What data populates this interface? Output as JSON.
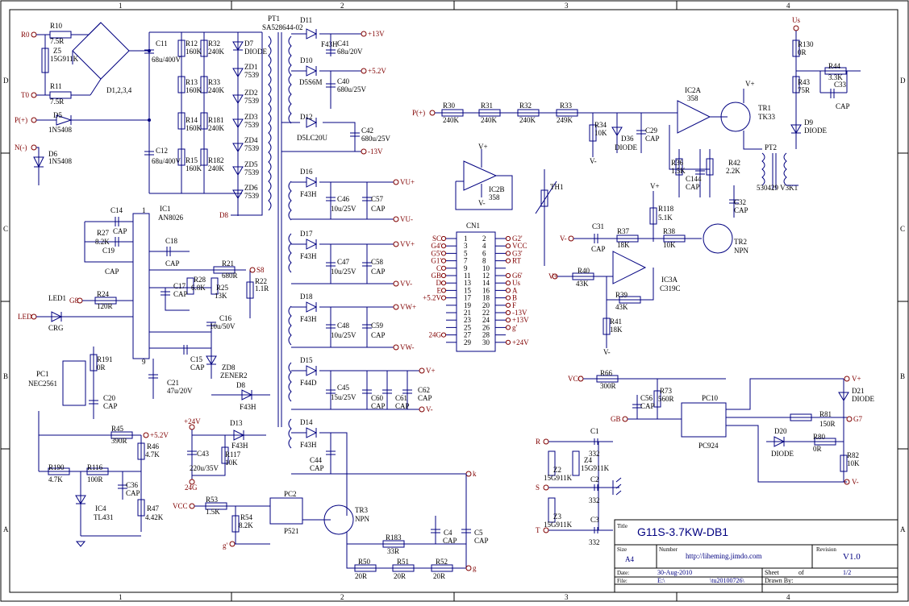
{
  "frame": {
    "col_labels": [
      "1",
      "2",
      "3",
      "4"
    ],
    "row_labels": [
      "D",
      "C",
      "B",
      "A"
    ]
  },
  "title_block": {
    "title_label": "Title",
    "title": "G11S-3.7KW-DB1",
    "size_label": "Size",
    "size": "A4",
    "number_label": "Number",
    "number": "http://liheming.jimdo.com",
    "revision_label": "Revision",
    "revision": "V1.0",
    "date_label": "Date:",
    "date": "30-Aug-2010",
    "sheet_label": "Sheet",
    "of_label": "of",
    "sheet": "1/2",
    "file_label": "File:",
    "file": "E:\\",
    "file_name": "\\tu20100726\\",
    "drawn_label": "Drawn By:"
  },
  "nets": {
    "r0": "R0",
    "t0": "T0",
    "p_plus": "P(+)",
    "n_minus": "N(-)",
    "led": "LED",
    "g8": "G8",
    "s8": "S8",
    "d8": "D8",
    "v13p": "+13V",
    "v5p2": "+5.2V",
    "v13m": "-13V",
    "vu_p": "VU+",
    "vu_m": "VU-",
    "vv_p": "VV+",
    "vv_m": "VV-",
    "vw_p": "VW+",
    "vw_m": "VW-",
    "v_p": "V+",
    "v_m": "V-",
    "p24": "+24V",
    "g24": "24G",
    "vcc": "VCC",
    "g_small": "g'",
    "k": "k",
    "g": "g",
    "us": "Us",
    "gb": "GB",
    "g7": "G7",
    "r": "R",
    "s": "S",
    "t": "T",
    "v5p2_b": "+5.2V"
  },
  "components": {
    "r10": [
      "R10",
      "7.5R"
    ],
    "r11": [
      "R11",
      "7.5R"
    ],
    "z5": [
      "Z5",
      "15G911K"
    ],
    "d1234": "D1,2,3,4",
    "d5": [
      "D5",
      "1N5408"
    ],
    "d6": [
      "D6",
      "1N5408"
    ],
    "c11": [
      "C11",
      "68u/400V"
    ],
    "c12": [
      "C12",
      "68u/400V"
    ],
    "r12": [
      "R12",
      "160K"
    ],
    "r13": [
      "R13",
      "160K"
    ],
    "r14": [
      "R14",
      "160K"
    ],
    "r15": [
      "R15",
      "160K"
    ],
    "r32": [
      "R32",
      "240K"
    ],
    "r33": [
      "R33",
      "240K"
    ],
    "r181": [
      "R181",
      "240K"
    ],
    "r182": [
      "R182",
      "240K"
    ],
    "d7": [
      "D7",
      "DIODE"
    ],
    "zd1": [
      "ZD1",
      "7539"
    ],
    "zd2": [
      "ZD2",
      "7539"
    ],
    "zd3": [
      "ZD3",
      "7539"
    ],
    "zd4": [
      "ZD4",
      "7539"
    ],
    "zd5": [
      "ZD5",
      "7539"
    ],
    "zd6": [
      "ZD6",
      "7539"
    ],
    "pt1": [
      "PT1",
      "SA528644-02"
    ],
    "d11": [
      "D11",
      "F43H"
    ],
    "c41": [
      "C41",
      "68u/20V"
    ],
    "d10": [
      "D10",
      "D5S6M"
    ],
    "c40": [
      "C40",
      "680u/25V"
    ],
    "d12": [
      "D12",
      "D5LC20U"
    ],
    "c42": [
      "C42",
      "680u/25V"
    ],
    "d16": [
      "D16",
      "F43H"
    ],
    "c46": [
      "C46",
      "10u/25V"
    ],
    "c57": [
      "C57",
      "CAP"
    ],
    "d17": [
      "D17",
      "F43H"
    ],
    "c47": [
      "C47",
      "10u/25V"
    ],
    "c58": [
      "C58",
      "CAP"
    ],
    "d18": [
      "D18",
      "F43H"
    ],
    "c48": [
      "C48",
      "10u/25V"
    ],
    "c59": [
      "C59",
      "CAP"
    ],
    "d15": [
      "D15",
      "F44D"
    ],
    "c45": [
      "C45",
      "15u/25V"
    ],
    "c60": [
      "C60",
      "CAP"
    ],
    "c61": [
      "C61",
      "CAP"
    ],
    "c62": [
      "C62",
      "CAP"
    ],
    "d14": [
      "D14",
      "F43H"
    ],
    "c44": [
      "C44",
      "CAP"
    ],
    "ic1": [
      "IC1",
      "AN8026"
    ],
    "ic1_pin1": "1",
    "ic1_pin9": "9",
    "c14": [
      "C14",
      "CAP"
    ],
    "r27": [
      "R27",
      "8.2K"
    ],
    "c19": [
      "C19",
      "CAP"
    ],
    "c18": [
      "C18",
      "CAP"
    ],
    "r21": [
      "R21",
      "680R"
    ],
    "r22": [
      "R22",
      "1.1R"
    ],
    "c17": [
      "C17",
      "CAP"
    ],
    "r28": [
      "R28",
      "6.8K"
    ],
    "r25": [
      "R25",
      "13K"
    ],
    "c16": [
      "C16",
      "10u/50V"
    ],
    "c15": [
      "C15",
      "CAP"
    ],
    "zd8": [
      "ZD8",
      "ZENER2"
    ],
    "c21": [
      "C21",
      "47u/20V"
    ],
    "d8c": [
      "D8",
      "F43H"
    ],
    "led1": [
      "LED1",
      "CRG"
    ],
    "r24": [
      "R24",
      "120R"
    ],
    "pc1": [
      "PC1",
      "NEC2561"
    ],
    "r191": [
      "R191",
      "0R"
    ],
    "c20": [
      "C20",
      "CAP"
    ],
    "r45": [
      "R45",
      "390R"
    ],
    "r46": [
      "R46",
      "4.7K"
    ],
    "r190": [
      "R190",
      "4.7K"
    ],
    "r116": [
      "R116",
      "100R"
    ],
    "c36": [
      "C36",
      "CAP"
    ],
    "ic4": [
      "IC4",
      "TL431"
    ],
    "r47": [
      "R47",
      "4.42K"
    ],
    "d13": [
      "D13",
      "F43H"
    ],
    "c43": [
      "C43",
      "220u/35V"
    ],
    "r117": [
      "R117",
      "10K"
    ],
    "r53": [
      "R53",
      "1.5K"
    ],
    "r54": [
      "R54",
      "8.2K"
    ],
    "pc2": [
      "PC2",
      "P521"
    ],
    "tr3": [
      "TR3",
      "NPN"
    ],
    "r183": [
      "R183",
      "33R"
    ],
    "c4": [
      "C4",
      "CAP"
    ],
    "c5": [
      "C5",
      "CAP"
    ],
    "r50": [
      "R50",
      "20R"
    ],
    "r51": [
      "R51",
      "20R"
    ],
    "r52": [
      "R52",
      "20R"
    ],
    "r30": [
      "R30",
      "240K"
    ],
    "r31": [
      "R31",
      "240K"
    ],
    "r32b": [
      "R32",
      "240K"
    ],
    "r33b": [
      "R33",
      "249K"
    ],
    "r34": [
      "R34",
      "10K"
    ],
    "d36": [
      "D36",
      "DIODE"
    ],
    "c29": [
      "C29",
      "CAP"
    ],
    "ic2a": [
      "IC2A",
      "358"
    ],
    "ic2b": [
      "IC2B",
      "358"
    ],
    "tr1": [
      "TR1",
      "TK33"
    ],
    "r36": [
      "R36",
      "1.5K"
    ],
    "c144": [
      "C144",
      "CAP"
    ],
    "r42": [
      "R42",
      "2.2K"
    ],
    "c32": [
      "C32",
      "CAP"
    ],
    "pt2": [
      "PT2",
      "530429 V3K1"
    ],
    "r130": [
      "R130",
      "0R"
    ],
    "r43": [
      "R43",
      "75R"
    ],
    "r44": [
      "R44",
      "3.3K"
    ],
    "c33": [
      "C33",
      "CAP"
    ],
    "d9": [
      "D9",
      "DIODE"
    ],
    "th1": [
      "TH1",
      ""
    ],
    "ic3a": [
      "IC3A",
      "C319C"
    ],
    "r118": [
      "R118",
      "5.1K"
    ],
    "c31": [
      "C31",
      "CAP"
    ],
    "r37": [
      "R37",
      "18K"
    ],
    "r38": [
      "R38",
      "10K"
    ],
    "tr2": [
      "TR2",
      "NPN"
    ],
    "r40": [
      "R40",
      "43K"
    ],
    "r39": [
      "R39",
      "43K"
    ],
    "r41": [
      "R41",
      "18K"
    ],
    "r66": [
      "R66",
      "300R"
    ],
    "r73": [
      "R73",
      "560R"
    ],
    "c56": [
      "C56",
      "CAP"
    ],
    "pc10": [
      "PC10",
      "PC924"
    ],
    "d21": [
      "D21",
      "DIODE"
    ],
    "r81": [
      "R81",
      "150R"
    ],
    "d20": [
      "D20",
      "DIODE"
    ],
    "r80": [
      "R80",
      "0R"
    ],
    "r82": [
      "R82",
      "10K"
    ],
    "z2": [
      "Z2",
      "15G911K"
    ],
    "z3": [
      "Z3",
      "15G911K"
    ],
    "z4": [
      "Z4",
      "15G911K"
    ],
    "c1": [
      "C1",
      "332"
    ],
    "c2": [
      "C2",
      "332"
    ],
    "c3": [
      "C3",
      "332"
    ]
  },
  "cn1": {
    "name": "CN1",
    "left_nets": [
      "SC",
      "G4'",
      "G5'",
      "G1'",
      "C",
      "GB",
      "D",
      "E",
      "+5.2V",
      "",
      "",
      "",
      "",
      "24G"
    ],
    "left_pins": [
      "1",
      "3",
      "5",
      "7",
      "9",
      "11",
      "13",
      "15",
      "17",
      "19",
      "21",
      "23",
      "25",
      "27",
      "29"
    ],
    "right_pins": [
      "2",
      "4",
      "6",
      "8",
      "10",
      "12",
      "14",
      "16",
      "18",
      "20",
      "22",
      "24",
      "26",
      "28",
      "30"
    ],
    "right_nets": [
      "G2'",
      "VCC",
      "G3'",
      "RT",
      "",
      "G6'",
      "Us",
      "A",
      "B",
      "F",
      "-13V",
      "+13V",
      "g'",
      "",
      "+24V"
    ]
  }
}
